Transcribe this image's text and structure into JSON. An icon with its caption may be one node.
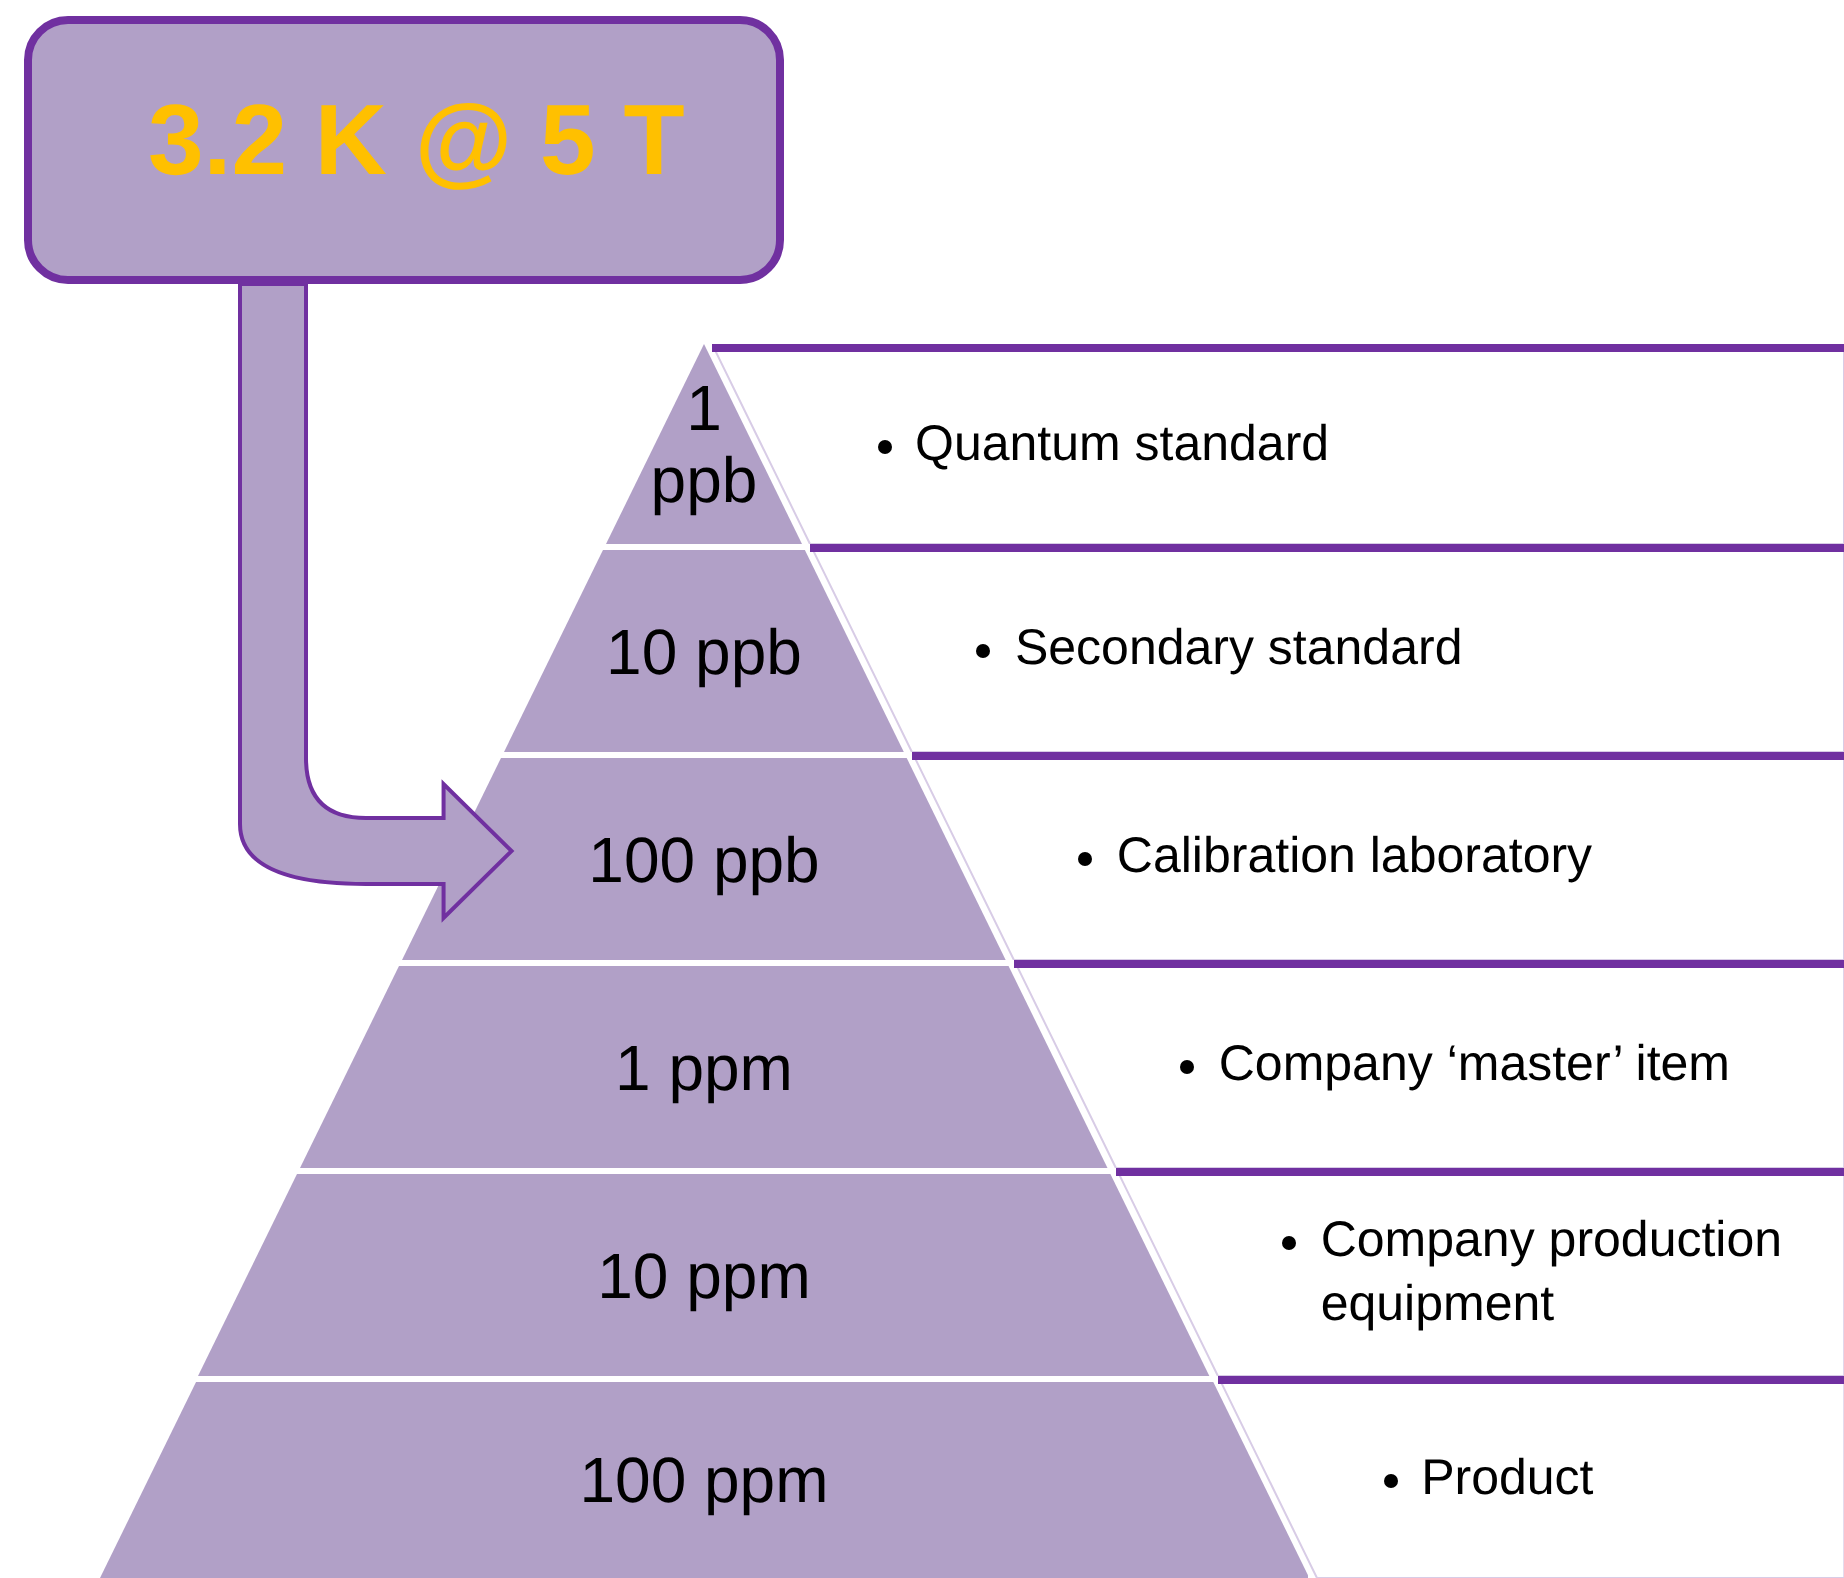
{
  "diagram": {
    "nodes": [
      {
        "text": [
          "3.2 K @ 5 T"
        ]
      },
      {
        "text": [
          "1 ppb"
        ]
      },
      {
        "text": [
          "10 ppb"
        ]
      },
      {
        "text": [
          "100 ppb"
        ]
      },
      {
        "text": [
          "1 ppm"
        ]
      },
      {
        "text": [
          "10 ppm"
        ]
      },
      {
        "text": [
          "100 ppm"
        ]
      },
      {
        "text": [
          "Quantum standard"
        ]
      },
      {
        "text": [
          "Secondary standard"
        ]
      },
      {
        "text": [
          "Calibration laboratory"
        ]
      },
      {
        "text": [
          "Company ‘master’ item"
        ]
      },
      {
        "text": [
          "Company production equipment"
        ]
      },
      {
        "text": [
          "Product"
        ]
      }
    ],
    "edges": [
      {
        "from": 0,
        "to": 3,
        "arrow": "to",
        "style": "thick"
      }
    ]
  }
}
